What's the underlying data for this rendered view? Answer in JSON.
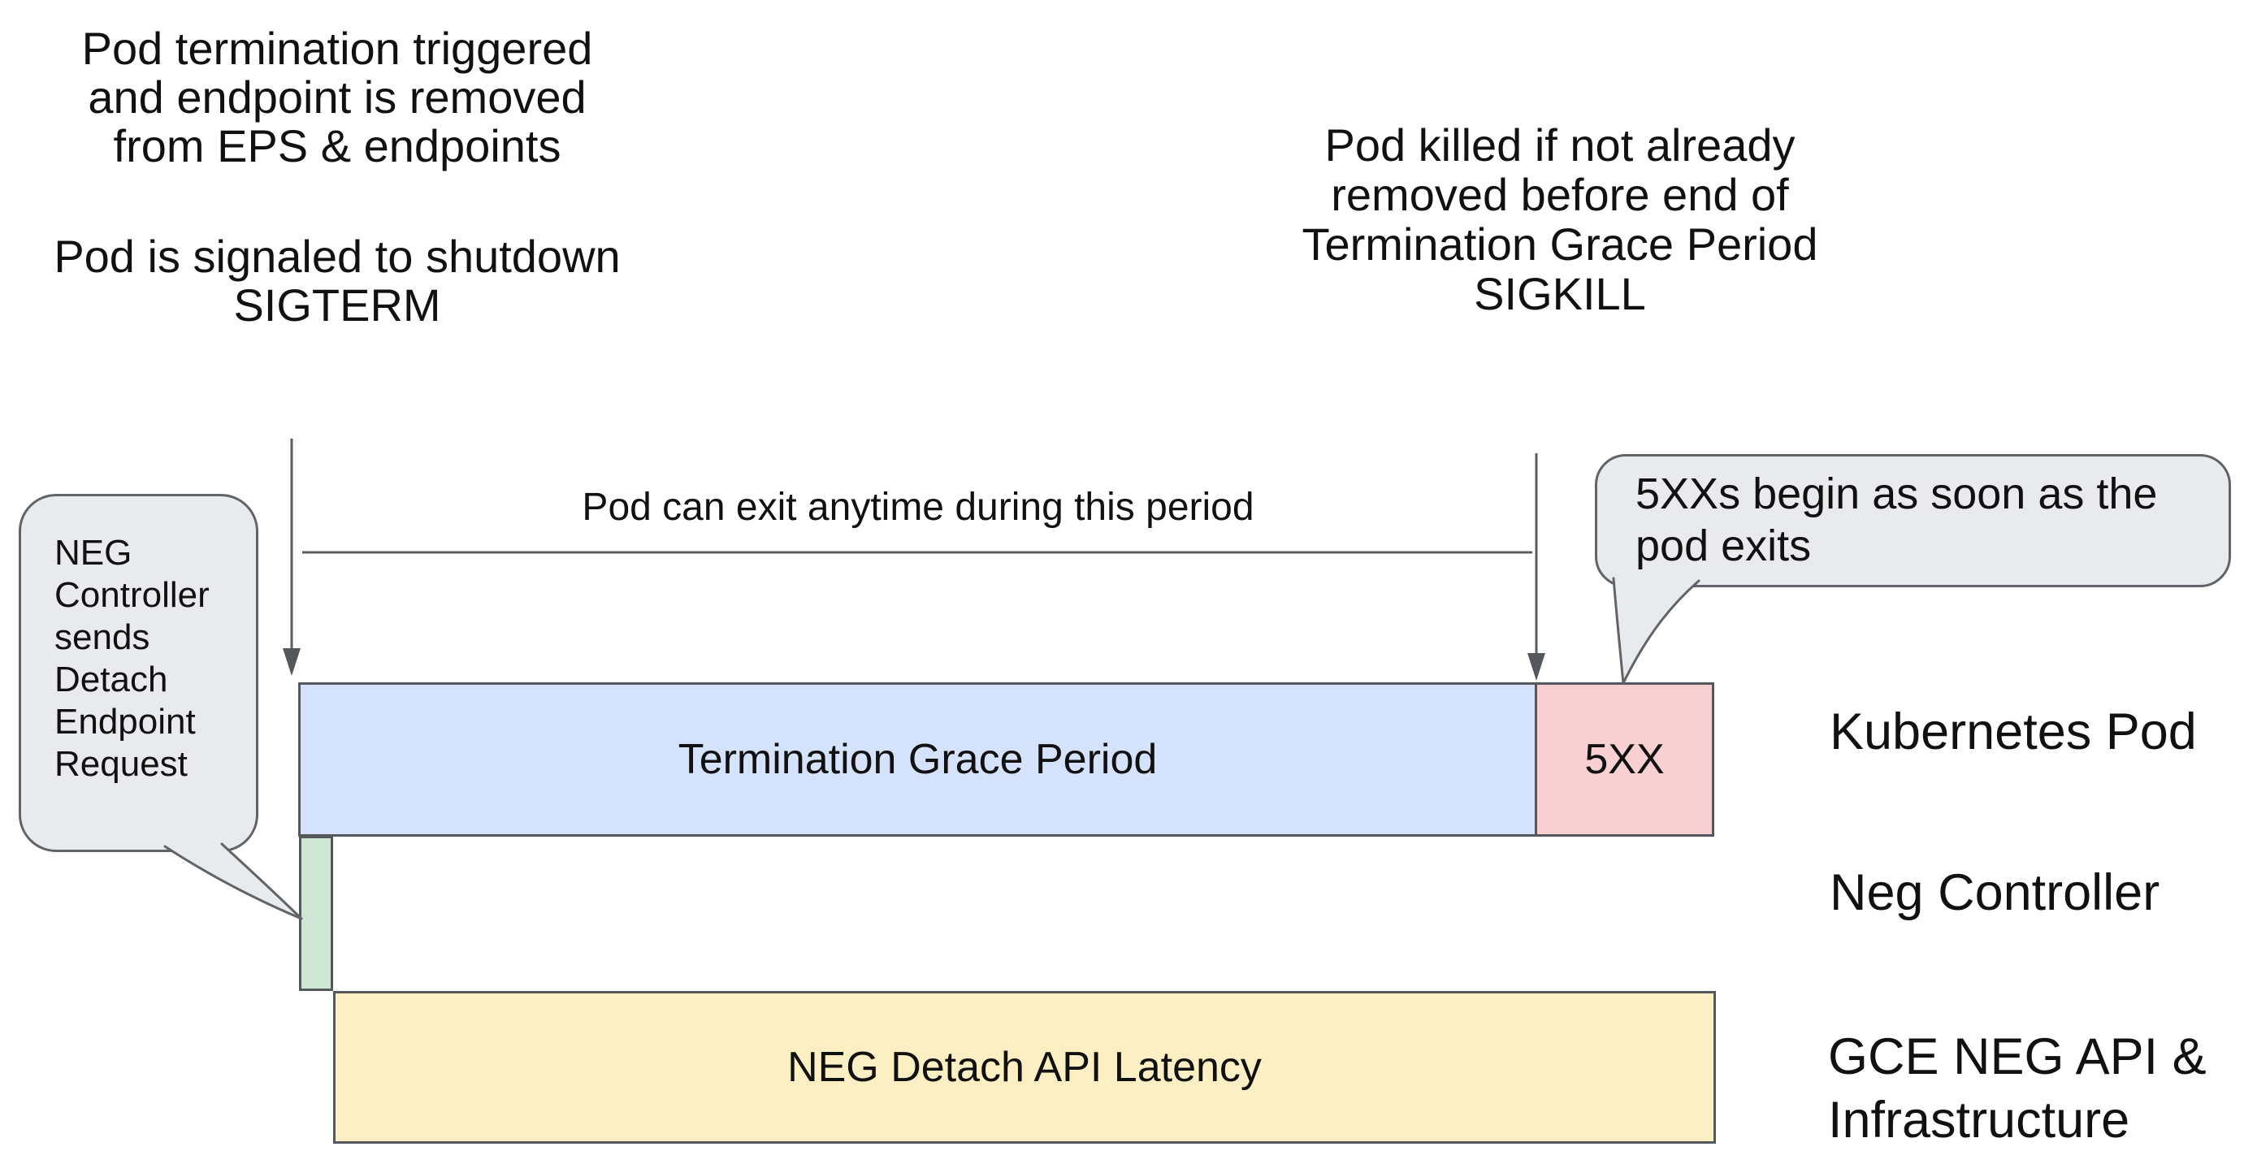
{
  "annotations": {
    "pod_termination": {
      "lines": [
        "Pod termination triggered",
        "and endpoint is removed",
        "from EPS & endpoints"
      ]
    },
    "pod_signaled": {
      "lines": [
        "Pod is signaled to shutdown",
        "SIGTERM"
      ]
    },
    "pod_killed": {
      "lines": [
        "Pod killed if not already",
        "removed before end of",
        "Termination Grace Period",
        "SIGKILL"
      ]
    },
    "exit_period_label": "Pod can exit anytime during this period"
  },
  "callouts": {
    "neg_controller": {
      "lines": [
        "NEG",
        "Controller",
        "sends",
        "Detach",
        "Endpoint",
        "Request"
      ]
    },
    "five_xx": {
      "lines": [
        "5XXs begin as soon as the",
        "pod exits"
      ]
    }
  },
  "timeline": {
    "grace_bar_label": "Termination Grace Period",
    "five_xx_bar_label": "5XX",
    "latency_bar_label": "NEG Detach API Latency"
  },
  "row_labels": {
    "kubernetes_pod": "Kubernetes Pod",
    "neg_controller": "Neg Controller",
    "gce_neg_line1": "GCE NEG API &",
    "gce_neg_line2": "Infrastructure"
  },
  "colors": {
    "grace_fill": "#d4e3fb",
    "five_xx_fill": "#f8d0d2",
    "detach_request_fill": "#cfe7d5",
    "latency_fill": "#fcefc3",
    "callout_fill": "#e8eaed",
    "shape_border": "#54575b",
    "connector": "#5a5d61",
    "text": "#111111",
    "background": "#ffffff"
  }
}
